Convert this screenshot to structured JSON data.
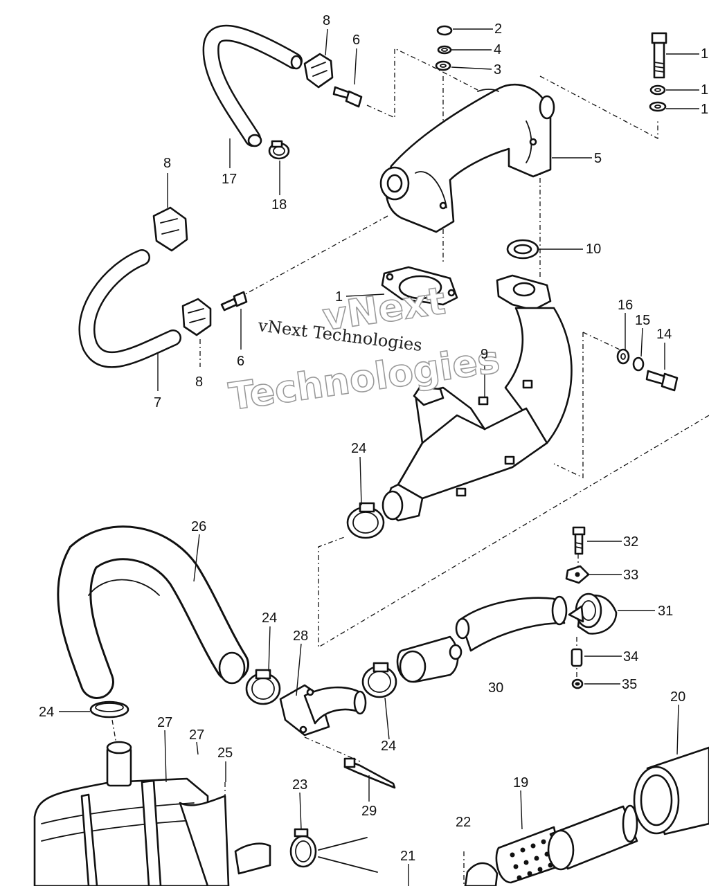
{
  "watermark": {
    "line1": "vNext Technologies",
    "line2": "vNext",
    "line3": "Technologies"
  },
  "callouts": {
    "c1": "1",
    "c2": "2",
    "c3": "3",
    "c4": "4",
    "c5": "5",
    "c6a": "6",
    "c6b": "6",
    "c7": "7",
    "c8a": "8",
    "c8b": "8",
    "c8c": "8",
    "c9": "9",
    "c10": "10",
    "c11": "1",
    "c12": "1",
    "c13": "1",
    "c14": "14",
    "c15": "15",
    "c16": "16",
    "c17": "17",
    "c18": "18",
    "c19": "19",
    "c20": "20",
    "c21": "21",
    "c22": "22",
    "c23": "23",
    "c24a": "24",
    "c24b": "24",
    "c24c": "24",
    "c24d": "24",
    "c25": "25",
    "c26": "26",
    "c27a": "27",
    "c27b": "27",
    "c28": "28",
    "c29": "29",
    "c30": "30",
    "c31": "31",
    "c32": "32",
    "c33": "33",
    "c34": "34",
    "c35": "35"
  }
}
